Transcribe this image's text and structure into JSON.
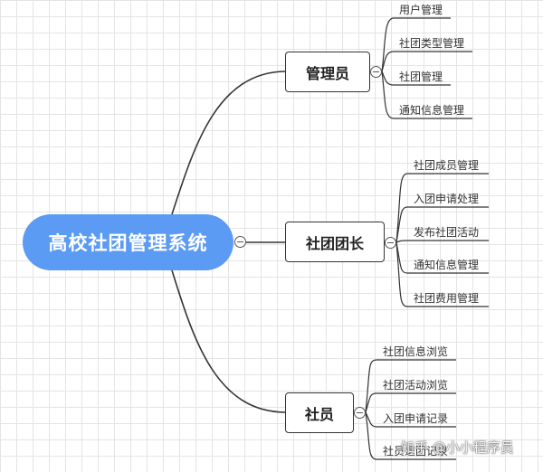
{
  "root": {
    "label": "高校社团管理系统"
  },
  "branches": [
    {
      "key": "admin",
      "label": "管理员",
      "leaves": [
        "用户管理",
        "社团类型管理",
        "社团管理",
        "通知信息管理"
      ]
    },
    {
      "key": "leader",
      "label": "社团团长",
      "leaves": [
        "社团成员管理",
        "入团申请处理",
        "发布社团活动",
        "通知信息管理",
        "社团费用管理"
      ]
    },
    {
      "key": "member",
      "label": "社员",
      "leaves": [
        "社团信息浏览",
        "社团活动浏览",
        "入团申请记录",
        "社员退团记录"
      ]
    }
  ],
  "watermark": "知乎 @小小程序员"
}
